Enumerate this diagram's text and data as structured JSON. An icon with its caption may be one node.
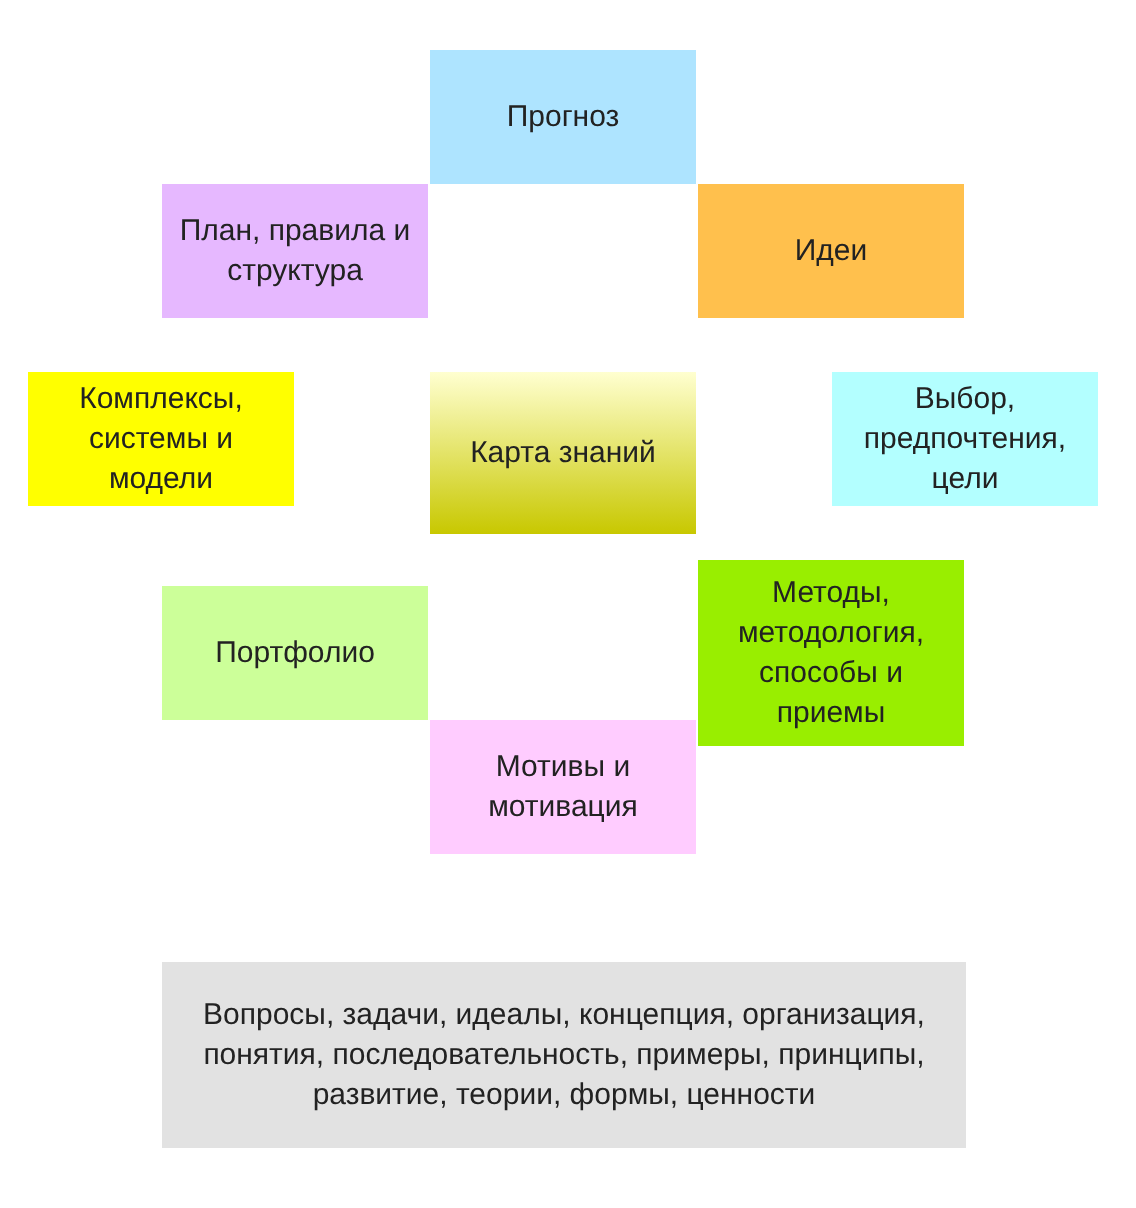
{
  "diagram": {
    "nodes": [
      {
        "text": [
          "Прогноз"
        ]
      },
      {
        "text": [
          "План, правила и структура"
        ]
      },
      {
        "text": [
          "Идеи"
        ]
      },
      {
        "text": [
          "Комплексы, системы и модели"
        ]
      },
      {
        "text": [
          "Карта знаний"
        ]
      },
      {
        "text": [
          "Выбор, предпочтения, цели"
        ]
      },
      {
        "text": [
          "Портфолио"
        ]
      },
      {
        "text": [
          "Методы, методология, способы и приемы"
        ]
      },
      {
        "text": [
          "Мотивы и мотивация"
        ]
      },
      {
        "text": [
          "Вопросы, задачи, идеалы, концепция, организация, понятия, последовательность, примеры, принципы, развитие, теории, формы, ценности"
        ]
      }
    ],
    "edges": []
  }
}
